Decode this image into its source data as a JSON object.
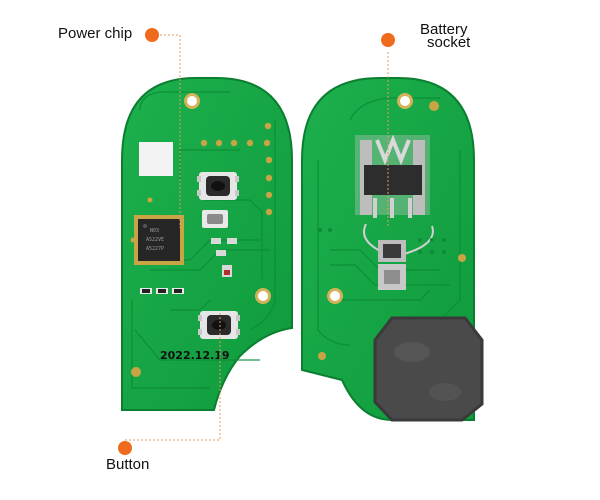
{
  "callouts": {
    "power_chip": "Power chip",
    "battery_line1": "Battery",
    "battery_line2": "socket",
    "button": "Button"
  },
  "pcb_date": "2022.12.19",
  "chip_marking": [
    "N03",
    "A522VE",
    "A5227P"
  ],
  "colors": {
    "pcb_green": "#14a844",
    "dot_orange": "#ee6a1c",
    "leader_line": "#e59a5a",
    "solder_gold": "#c9a445",
    "cover_gray": "#4a4a4a"
  }
}
